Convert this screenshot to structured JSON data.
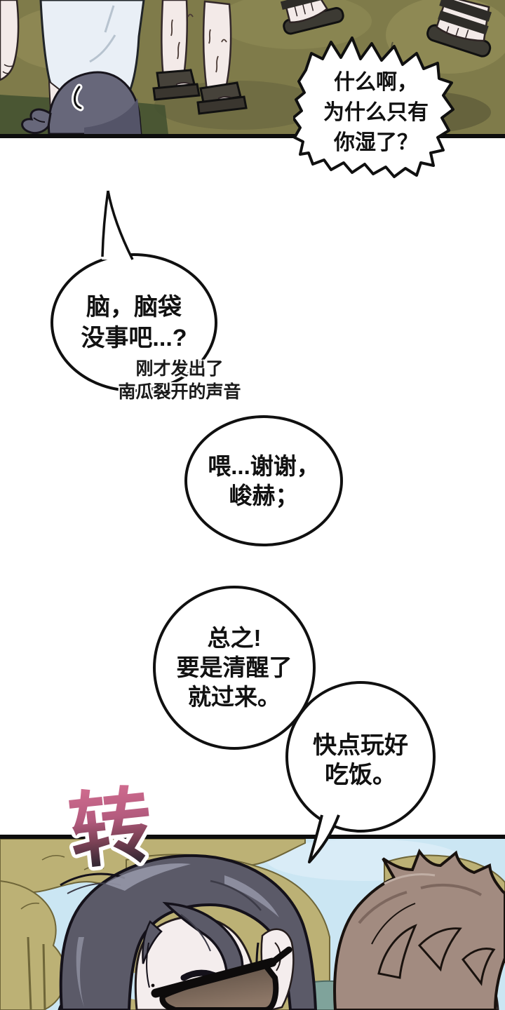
{
  "bubbles": {
    "b1": {
      "line1": "什么啊，",
      "line2": "为什么只有",
      "line3": "你湿了？"
    },
    "b2": {
      "line1": "脑，脑袋",
      "line2": "没事吧...?"
    },
    "caption": {
      "line1": "刚才发出了",
      "line2": "南瓜裂开的声音"
    },
    "b3": {
      "line1": "喂...谢谢，",
      "line2": "峻赫；"
    },
    "b4": {
      "line1": "总之!",
      "line2": "要是清醒了",
      "line3": "就过来。"
    },
    "b5": {
      "line1": "快点玩好",
      "line2": "吃饭。"
    }
  },
  "sfx": {
    "text": "转",
    "gradient_top": "#d26d90",
    "gradient_bottom": "#241d26",
    "outline": "#ffffff"
  },
  "colors": {
    "page_background": "#ffffff",
    "panel_border": "#0d0d0d",
    "grass": "#7f7b4a",
    "grass_light": "#a29a60",
    "grass_shadow": "#41502f",
    "sky": "#cbe6f3",
    "trees": "#bcb175",
    "tree_outline": "#6e6538",
    "bandana": "#67677a",
    "shorts": "#e9eff6",
    "skin": "#f3eae8",
    "sandal": "#46423a",
    "hair_left_character": "#5b5a68",
    "hair_left_highlight": "#999aab",
    "hair_right_character": "#a28b80",
    "sunglasses_lens": "#6b5c50",
    "pond_teal": "#7fa39b"
  }
}
